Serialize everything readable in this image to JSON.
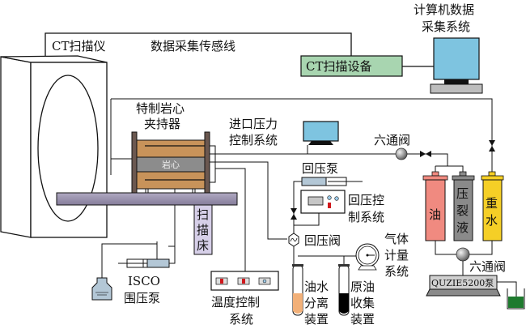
{
  "title": "CT scanning core flooding experimental setup",
  "labels": {
    "ct_scanner": "CT扫描仪",
    "data_sensor_line": "数据采集传感线",
    "ct_scan_device": "CT扫描设备",
    "computer_system": [
      "计算机数据",
      "采集系统"
    ],
    "core_holder": [
      "特制岩心",
      "夹持器"
    ],
    "core": "岩心",
    "inlet_pressure_control": [
      "进口压力",
      "控制系统"
    ],
    "six_way_valve_top": "六通阀",
    "back_pressure_pump": "回压泵",
    "back_pressure_control": [
      "回压控",
      "制系统"
    ],
    "scan_bed": [
      "扫",
      "描",
      "床"
    ],
    "back_pressure_valve": "回压阀",
    "gas_meter": [
      "气体",
      "计量",
      "系统"
    ],
    "isco_pump": [
      "ISCO",
      "围压泵"
    ],
    "temp_control": [
      "温度控制",
      "系统"
    ],
    "oil_water_separator": [
      "油水",
      "分离",
      "装置"
    ],
    "crude_oil_collector": [
      "原油",
      "收集",
      "装置"
    ],
    "cylinder_oil": [
      "油"
    ],
    "cylinder_frac_fluid": [
      "压",
      "裂",
      "液"
    ],
    "cylinder_heavy_water": [
      "重",
      "水"
    ],
    "six_way_valve_bottom": "六通阀",
    "quizix_pump": "QUZIE5200泵"
  },
  "colors": {
    "ct_device_box": "#a8d5b0",
    "monitor_screen": "#7ec4e0",
    "core_holder_wood": "#c8935a",
    "core_gray": "#8c8c8c",
    "scan_table": "#9a92ad",
    "scan_bed": "#d6cfe8",
    "cylinder_oil": "#f08a80",
    "cylinder_frac": "#8a8a8a",
    "cylinder_water": "#f5cf26",
    "separator_fill": "#f2b078",
    "crude_oil_fill": "#000000",
    "waste_beaker": "#1e7a2e",
    "syringe_blue": "#b3c7d6"
  }
}
